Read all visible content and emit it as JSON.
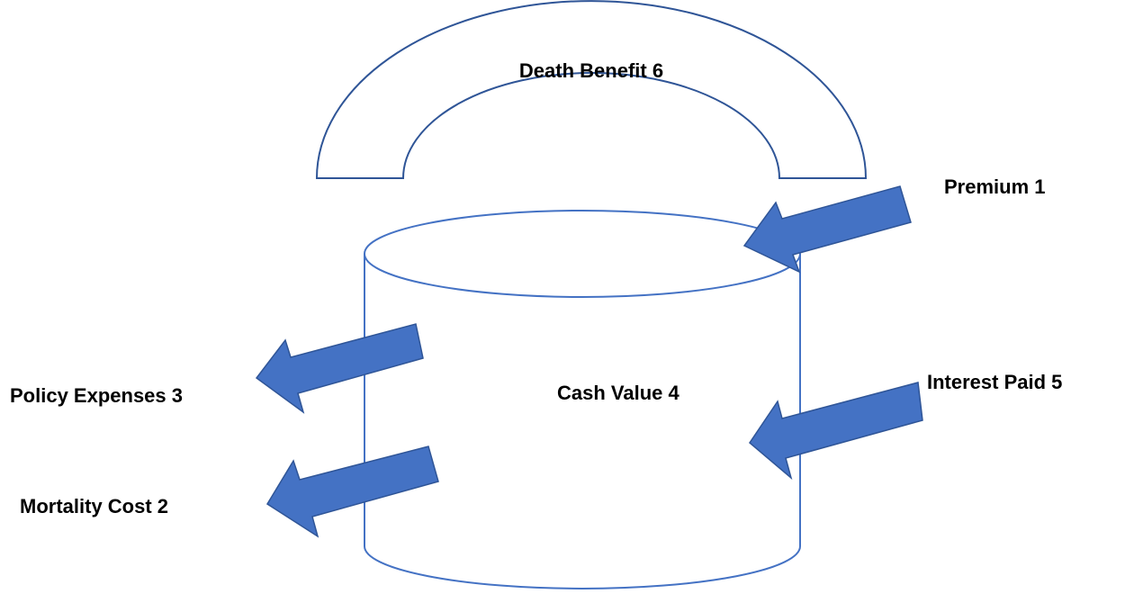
{
  "diagram": {
    "labels": {
      "death_benefit": "Death Benefit 6",
      "premium": "Premium 1",
      "policy_expenses": "Policy Expenses 3",
      "cash_value": "Cash Value 4",
      "interest_paid": "Interest Paid 5",
      "mortality_cost": "Mortality Cost 2"
    },
    "colors": {
      "outline": "#2F5597",
      "cylinder_outline": "#4472C4",
      "arrow_fill": "#4472C4",
      "arrow_stroke": "#2F5597",
      "text": "#000000",
      "background": "#FFFFFF"
    }
  }
}
